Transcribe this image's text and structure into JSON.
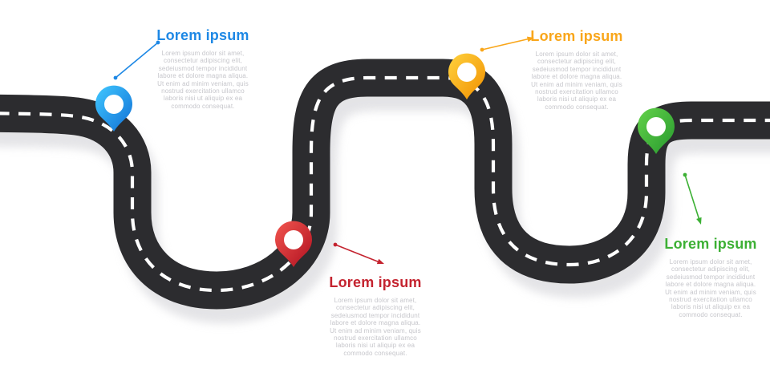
{
  "road": {
    "color": "#2c2c2f",
    "centerline_color": "#ffffff",
    "shadow_color": "#d6d6da"
  },
  "callouts": [
    {
      "id": "stop-1-blue",
      "title": "Lorem ipsum",
      "accent": "#1e88e5",
      "pin": {
        "light": "#41c8ff",
        "dark": "#1170d6"
      },
      "body": "Lorem ipsum dolor sit amet,\nconsectetur adipiscing elit,\nsedeiusmod tempor incididunt\nlabore et dolore magna aliqua.\nUt enim ad minim veniam, quis\nnostrud exercitation ullamco\nlaboris nisi ut aliquip ex ea\ncommodo consequat."
    },
    {
      "id": "stop-2-red",
      "title": "Lorem ipsum",
      "accent": "#c4232f",
      "pin": {
        "light": "#f2564f",
        "dark": "#b01020"
      },
      "body": "Lorem ipsum dolor sit amet,\nconsectetur adipiscing elit,\nsedeiusmod tempor incididunt\nlabore et dolore magna aliqua.\nUt enim ad minim veniam, quis\nnostrud exercitation ullamco\nlaboris nisi ut aliquip ex ea\ncommodo consequat."
    },
    {
      "id": "stop-3-yellow",
      "title": "Lorem ipsum",
      "accent": "#f9a61a",
      "pin": {
        "light": "#ffd23e",
        "dark": "#f19000"
      },
      "body": "Lorem ipsum dolor sit amet,\nconsectetur adipiscing elit,\nsedeiusmod tempor incididunt\nlabore et dolore magna aliqua.\nUt enim ad minim veniam, quis\nnostrud exercitation ullamco\nlaboris nisi ut aliquip ex ea\ncommodo consequat."
    },
    {
      "id": "stop-4-green",
      "title": "Lorem ipsum",
      "accent": "#3cb034",
      "pin": {
        "light": "#63d24a",
        "dark": "#27992e"
      },
      "body": "Lorem ipsum dolor sit amet,\nconsectetur adipiscing elit,\nsedeiusmod tempor incididunt\nlabore et dolore magna aliqua.\nUt enim ad minim veniam, quis\nnostrud exercitation ullamco\nlaboris nisi ut aliquip ex ea\ncommodo consequat."
    }
  ]
}
